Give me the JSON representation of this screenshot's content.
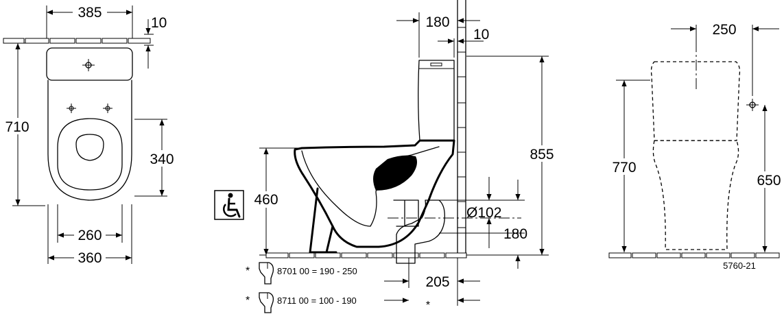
{
  "top_view": {
    "width_top": "385",
    "wall_gap": "10",
    "length": "710",
    "bowl_depth": "340",
    "inner_width": "260",
    "outer_width": "360"
  },
  "side_view": {
    "cistern_offset": "180",
    "wall_gap": "10",
    "total_height": "855",
    "seat_height": "460",
    "outlet_diameter": "Ø102",
    "outlet_height": "180",
    "outlet_distance": "205",
    "asterisk": "*",
    "accessibility_icon": "wheelchair-icon"
  },
  "notes": [
    {
      "star": "*",
      "text": "8701 00 = 190 -  250",
      "icon": "pan-connector-icon"
    },
    {
      "star": "*",
      "text": "8711 00 =  100 - 190",
      "icon": "pan-connector-icon"
    }
  ],
  "front_view": {
    "width": "250",
    "total_height": "770",
    "fixing_height": "650",
    "drawing_number": "5760-21"
  }
}
